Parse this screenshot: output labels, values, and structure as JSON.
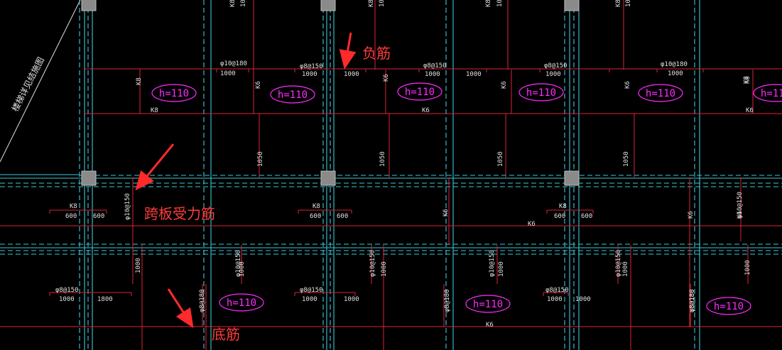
{
  "drawing": {
    "background": "#000000",
    "colors": {
      "rebar": "#e0203a",
      "beam_dash": "#3cc8d8",
      "column": "#8a8a8a",
      "thickness": "#ff2bff",
      "annotation": "#ff3b3b",
      "label": "#e0e0e0"
    },
    "diagonal_label": "楼梯详见结施图",
    "annotations": [
      {
        "id": "negative",
        "text": "负筋",
        "arrow": "arrow-down-icon"
      },
      {
        "id": "span",
        "text": "跨板受力筋",
        "arrow": "arrow-down-left-icon"
      },
      {
        "id": "bottom",
        "text": "底筋",
        "arrow": "arrow-down-right-icon"
      }
    ],
    "thickness_labels": [
      "h=110",
      "h=110",
      "h=110",
      "h=110",
      "h=110",
      "h=110",
      "h=110",
      "h=110",
      "h=110"
    ],
    "rebar_labels": {
      "top": [
        "K8",
        "1000",
        "K8",
        "1000",
        "K8",
        "1000",
        "K8",
        "1000",
        "φ10@180",
        "1000",
        "φ8@150",
        "1000",
        "1000",
        "φ8@150",
        "1000",
        "1000",
        "φ8@150",
        "1000",
        "φ10@180",
        "1000",
        "K8",
        "K8",
        "K6",
        "K6",
        "K6",
        "K6",
        "K6",
        "K6",
        "K8",
        "K8"
      ],
      "middle": [
        "1050",
        "1050",
        "1050",
        "1050",
        "φ10@150",
        "K8",
        "600",
        "600",
        "K8",
        "600",
        "600",
        "K8",
        "600",
        "600",
        "K6",
        "K6",
        "K6",
        "K6",
        "φ10@150"
      ],
      "bottom": [
        "1000",
        "φ10@150",
        "1000",
        "φ10@150",
        "1000",
        "φ10@150",
        "1000",
        "φ10@150",
        "1000",
        "1000",
        "φ8@150",
        "1000",
        "1800",
        "φ8@180",
        "φ8@150",
        "1000",
        "1000",
        "φ8@180",
        "φ8@150",
        "1000",
        "1000",
        "φ8@180",
        "K6",
        "φ8@180"
      ]
    }
  }
}
